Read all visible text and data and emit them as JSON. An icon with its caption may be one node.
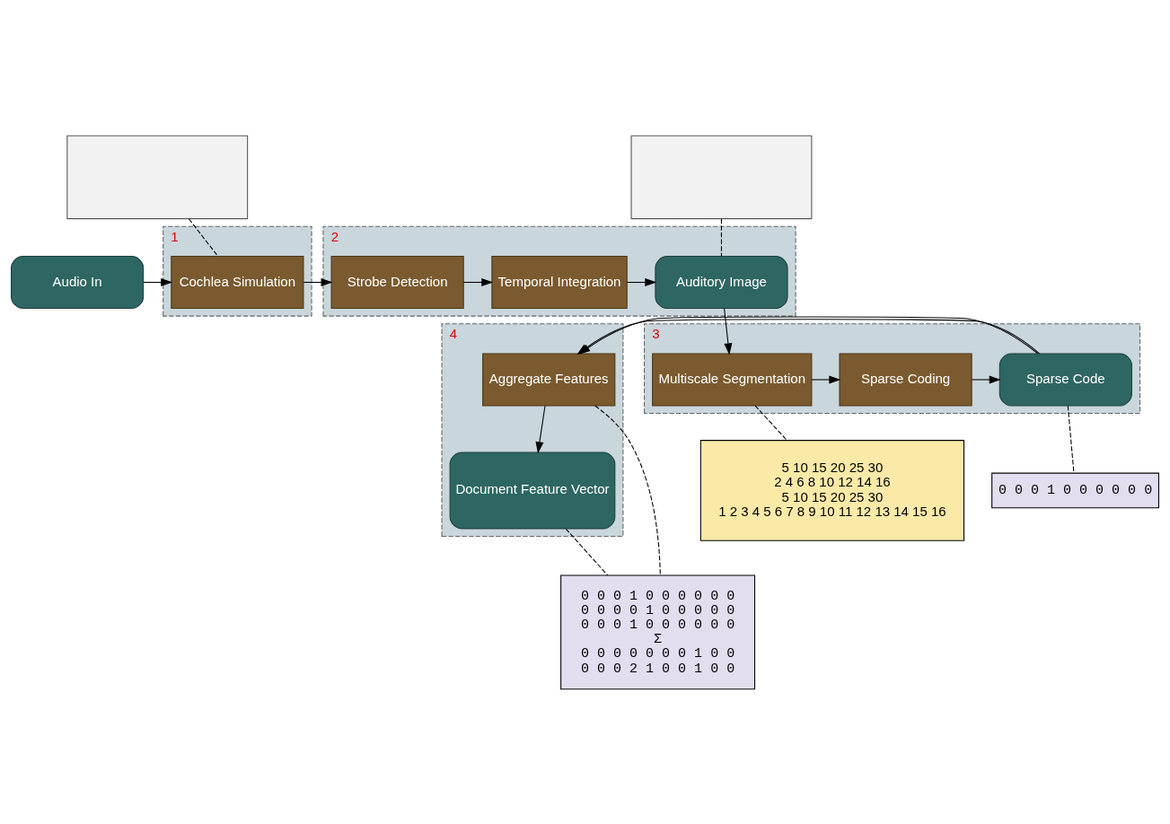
{
  "diagram": {
    "nodes": [
      {
        "text": [],
        "shape": "box"
      },
      {
        "text": [],
        "shape": "box"
      },
      {
        "text": [
          "Audio In"
        ]
      },
      {
        "text": [
          "1"
        ]
      },
      {
        "text": [
          "Cochlea Simulation"
        ],
        "in": 3
      },
      {
        "text": [
          "2"
        ]
      },
      {
        "text": [
          "Strobe Detection"
        ],
        "in": 5
      },
      {
        "text": [
          "Temporal Integration"
        ],
        "in": 5
      },
      {
        "text": [
          "Auditory Image"
        ],
        "in": 5
      },
      {
        "text": [
          "3"
        ]
      },
      {
        "text": [
          "Multiscale Segmentation"
        ],
        "in": 9
      },
      {
        "text": [
          "Sparse Coding"
        ],
        "in": 9
      },
      {
        "text": [
          "Sparse Code"
        ],
        "in": 9
      },
      {
        "text": [
          "4"
        ]
      },
      {
        "text": [
          "Aggregate Features"
        ],
        "in": 13
      },
      {
        "text": [
          "Document Feature Vector"
        ],
        "in": 13
      },
      {
        "text": [
          "5 10 15 20 25 30",
          "2 4 6 8 10 12 14 16",
          "5 10 15 20 25 30",
          "1 2 3 4 5 6 7 8 9 10 11 12 13 14 15 16"
        ]
      },
      {
        "text": [
          "0 0 0 1 0 0 0 0 0 0"
        ]
      },
      {
        "text": [
          "0 0 0 1 0 0 0 0 0 0",
          "0 0 0 0 1 0 0 0 0 0",
          "0 0 0 1 0 0 0 0 0 0",
          "Σ",
          "0 0 0 0 0 0 0 1 0 0",
          "0 0 0 2 1 0 0 1 0 0"
        ]
      }
    ],
    "edges": [
      {
        "from": 0,
        "to": 4,
        "arrow": "none",
        "style": "dashed"
      },
      {
        "from": 1,
        "to": 8,
        "arrow": "none",
        "style": "dashed"
      },
      {
        "from": 2,
        "to": 4,
        "arrow": "to"
      },
      {
        "from": 4,
        "to": 6,
        "arrow": "to"
      },
      {
        "from": 6,
        "to": 7,
        "arrow": "to"
      },
      {
        "from": 7,
        "to": 8,
        "arrow": "to"
      },
      {
        "from": 8,
        "to": 10,
        "arrow": "to"
      },
      {
        "from": 10,
        "to": 11,
        "arrow": "to"
      },
      {
        "from": 11,
        "to": 12,
        "arrow": "to"
      },
      {
        "from": 12,
        "to": 14,
        "arrow": "to"
      },
      {
        "from": 14,
        "to": 15,
        "arrow": "to"
      },
      {
        "from": 10,
        "to": 16,
        "arrow": "none",
        "style": "dashed"
      },
      {
        "from": 12,
        "to": 17,
        "arrow": "none",
        "style": "dashed"
      },
      {
        "from": 14,
        "to": 18,
        "arrow": "none",
        "style": "dashed"
      },
      {
        "from": 15,
        "to": 18,
        "arrow": "none",
        "style": "dashed"
      }
    ]
  }
}
